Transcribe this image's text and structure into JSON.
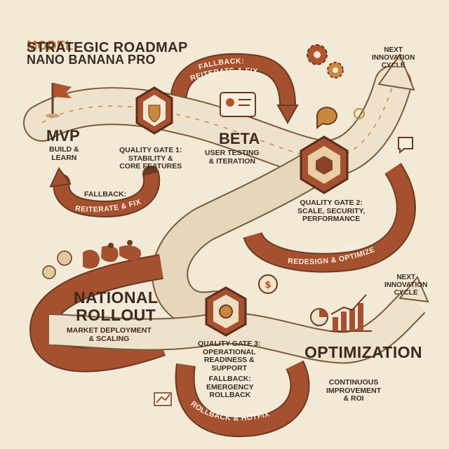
{
  "header": {
    "model_label": "MODEL:",
    "model_name": "NANO BANANA PRO",
    "title": "STRATEGIC ROADMAP"
  },
  "stages": {
    "mvp": {
      "title": "MVP",
      "subtitle": "BUILD &\nLEARN"
    },
    "beta": {
      "title": "BETA",
      "subtitle": "USER TESTING\n& ITERATION"
    },
    "national": {
      "title": "NATIONAL\nROLLOUT",
      "subtitle": "MARKET DEPLOYMENT\n& SCALING"
    },
    "optimization": {
      "title": "OPTIMIZATION",
      "subtitle": "CONTINUOUS\nIMPROVEMENT\n& ROI"
    }
  },
  "gates": {
    "g1": "QUALITY GATE 1:\nSTABILITY &\nCORE FEATURES",
    "g2": "QUALITY GATE 2:\nSCALE, SECURITY,\nPERFORMANCE",
    "g3": "QUALITY GATE 3:\nOPERATIONAL\nREADINESS &\nSUPPORT"
  },
  "fallbacks": {
    "top_label": "FALLBACK:",
    "top_text": "REITERATE & FIX",
    "left_label": "FALLBACK:",
    "left_text": "REITERATE & FIX",
    "mid_label": "FALLBACK:",
    "mid_text": "REDESIGN & OPTIMIZE",
    "bottom_label": "FALLBACK:\nEMERGENCY\nROLLBACK",
    "bottom_text": "ROLLBACK & HOTFIX"
  },
  "next_cycle": {
    "top": "NEXT\nINNOVATION\nCYCLE",
    "bottom": "NEXT\nINNOVATION\nCYCLE"
  },
  "colors": {
    "rust": "#a5512f",
    "cream": "#efe2cc",
    "ink": "#3b2a1f",
    "gold": "#c9883f"
  }
}
